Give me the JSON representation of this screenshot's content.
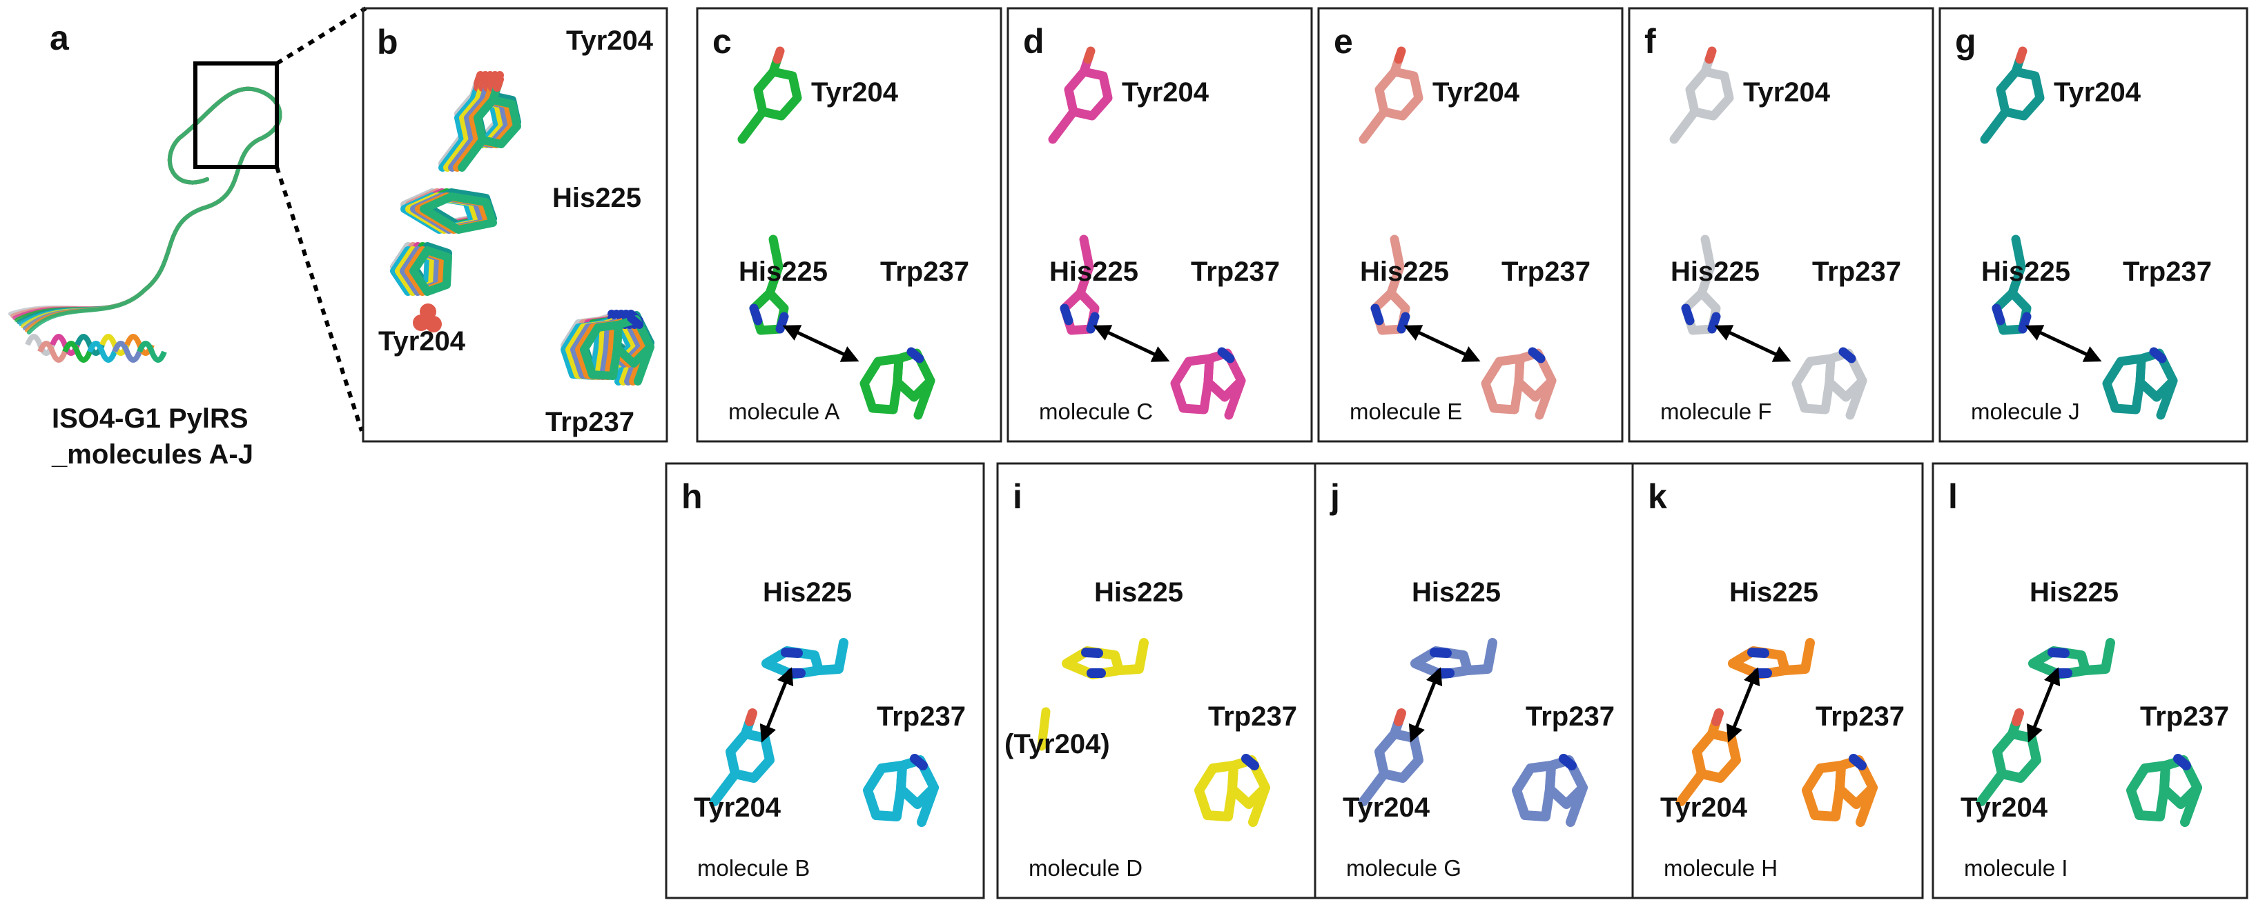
{
  "overview": {
    "label": "a",
    "caption_line1": "ISO4-G1 PylRS",
    "caption_line2": "_molecules A-J"
  },
  "superposition": {
    "label": "b",
    "residues": [
      "Tyr204",
      "His225",
      "Tyr204",
      "Trp237"
    ]
  },
  "colors": {
    "A": "#1db33a",
    "B": "#19b3d0",
    "C": "#d8449a",
    "D": "#e6dc1c",
    "E": "#e0948c",
    "F": "#c4c8cc",
    "G": "#6f86c4",
    "H": "#ef8a22",
    "I": "#22b077",
    "J": "#14968f",
    "nitrogen": "#1d3bb8",
    "oxygen": "#e05a4c"
  },
  "panels": [
    {
      "key": "c",
      "label": "c",
      "molecule": "molecule A",
      "color_key": "A",
      "mode": "open",
      "residues": {
        "tyr": "Tyr204",
        "his": "His225",
        "trp": "Trp237"
      }
    },
    {
      "key": "d",
      "label": "d",
      "molecule": "molecule C",
      "color_key": "C",
      "mode": "open",
      "residues": {
        "tyr": "Tyr204",
        "his": "His225",
        "trp": "Trp237"
      }
    },
    {
      "key": "e",
      "label": "e",
      "molecule": "molecule E",
      "color_key": "E",
      "mode": "open",
      "residues": {
        "tyr": "Tyr204",
        "his": "His225",
        "trp": "Trp237"
      }
    },
    {
      "key": "f",
      "label": "f",
      "molecule": "molecule F",
      "color_key": "F",
      "mode": "open",
      "residues": {
        "tyr": "Tyr204",
        "his": "His225",
        "trp": "Trp237"
      }
    },
    {
      "key": "g",
      "label": "g",
      "molecule": "molecule J",
      "color_key": "J",
      "mode": "open",
      "residues": {
        "tyr": "Tyr204",
        "his": "His225",
        "trp": "Trp237"
      }
    },
    {
      "key": "h",
      "label": "h",
      "molecule": "molecule B",
      "color_key": "B",
      "mode": "closed",
      "residues": {
        "tyr": "Tyr204",
        "his": "His225",
        "trp": "Trp237"
      }
    },
    {
      "key": "i",
      "label": "i",
      "molecule": "molecule D",
      "color_key": "D",
      "mode": "missing",
      "residues": {
        "tyr": "(Tyr204)",
        "his": "His225",
        "trp": "Trp237"
      }
    },
    {
      "key": "j",
      "label": "j",
      "molecule": "molecule G",
      "color_key": "G",
      "mode": "closed",
      "residues": {
        "tyr": "Tyr204",
        "his": "His225",
        "trp": "Trp237"
      }
    },
    {
      "key": "k",
      "label": "k",
      "molecule": "molecule H",
      "color_key": "H",
      "mode": "closed",
      "residues": {
        "tyr": "Tyr204",
        "his": "His225",
        "trp": "Trp237"
      }
    },
    {
      "key": "l",
      "label": "l",
      "molecule": "molecule I",
      "color_key": "I",
      "mode": "closed",
      "residues": {
        "tyr": "Tyr204",
        "his": "His225",
        "trp": "Trp237"
      }
    }
  ]
}
